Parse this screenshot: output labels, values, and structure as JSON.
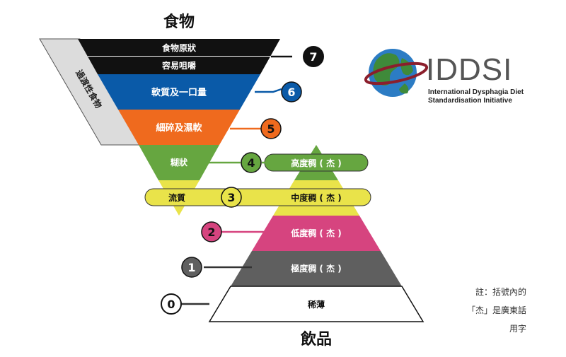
{
  "titles": {
    "food": "食物",
    "drinks": "飲品"
  },
  "transitional_label": "過渡性食物",
  "food_levels": [
    {
      "number": "7",
      "label": "食物原狀",
      "color": "#111111"
    },
    {
      "number": "7",
      "label": "容易咀嚼",
      "color": "#111111"
    },
    {
      "number": "6",
      "label": "軟質及一口量",
      "color": "#0a5aa8"
    },
    {
      "number": "5",
      "label": "細碎及濕軟",
      "color": "#ef6a1e"
    },
    {
      "number": "4",
      "label": "糊狀",
      "color": "#66a640"
    },
    {
      "number": "3",
      "label": "流質",
      "color": "#e9e34a"
    }
  ],
  "drink_levels": [
    {
      "number": "4",
      "label": "高度稠 ( 杰 )",
      "color": "#66a640"
    },
    {
      "number": "3",
      "label": "中度稠 ( 杰 )",
      "color": "#e9e34a"
    },
    {
      "number": "2",
      "label": "低度稠 ( 杰 )",
      "color": "#d6447f"
    },
    {
      "number": "1",
      "label": "極度稠 ( 杰 )",
      "color": "#5f5f5f"
    },
    {
      "number": "0",
      "label": "稀薄",
      "color": "#ffffff"
    }
  ],
  "badges": [
    {
      "number": "7",
      "color": "#111111",
      "text_color": "#ffffff"
    },
    {
      "number": "6",
      "color": "#0a5aa8",
      "text_color": "#ffffff"
    },
    {
      "number": "5",
      "color": "#ef6a1e",
      "text_color": "#111111"
    },
    {
      "number": "4",
      "color": "#66a640",
      "text_color": "#111111"
    },
    {
      "number": "3",
      "color": "#e9e34a",
      "text_color": "#111111"
    },
    {
      "number": "2",
      "color": "#d6447f",
      "text_color": "#111111"
    },
    {
      "number": "1",
      "color": "#5f5f5f",
      "text_color": "#ffffff"
    },
    {
      "number": "0",
      "color": "#ffffff",
      "text_color": "#111111"
    }
  ],
  "logo": {
    "name": "IDDSI",
    "line1": "International Dysphagia Diet",
    "line2": "Standardisation Initiative"
  },
  "note": {
    "line1": "註：括號內的",
    "line2": "「杰」是廣東話",
    "line3": "用字"
  }
}
